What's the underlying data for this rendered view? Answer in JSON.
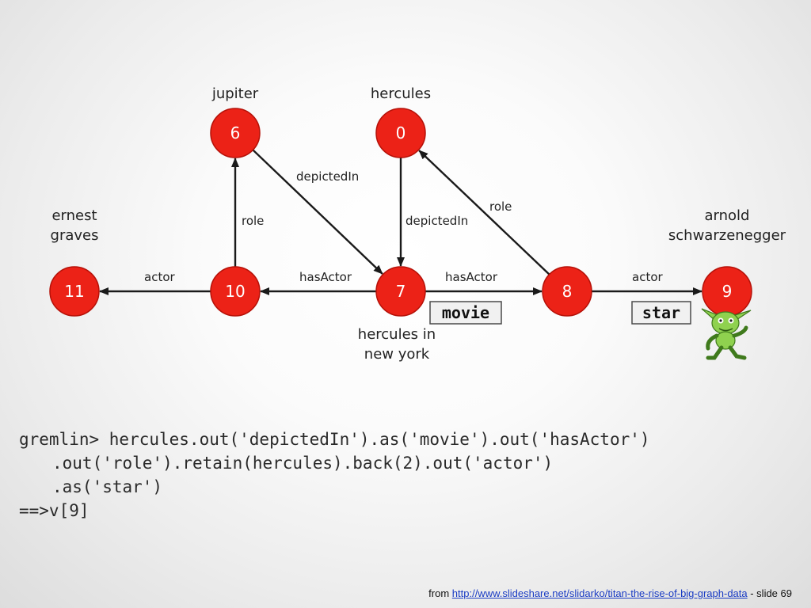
{
  "graph": {
    "nodes": [
      {
        "id": "6",
        "label": "jupiter"
      },
      {
        "id": "0",
        "label": "hercules"
      },
      {
        "id": "11",
        "label": "ernest\ngraves"
      },
      {
        "id": "10",
        "label": ""
      },
      {
        "id": "7",
        "label": "hercules in\nnew york"
      },
      {
        "id": "8",
        "label": ""
      },
      {
        "id": "9",
        "label": "arnold\nschwarzenegger"
      }
    ],
    "edges": [
      {
        "from": "10",
        "to": "11",
        "label": "actor"
      },
      {
        "from": "10",
        "to": "6",
        "label": "role"
      },
      {
        "from": "6",
        "to": "7",
        "label": "depictedIn"
      },
      {
        "from": "0",
        "to": "7",
        "label": "depictedIn"
      },
      {
        "from": "7",
        "to": "10",
        "label": "hasActor"
      },
      {
        "from": "7",
        "to": "8",
        "label": "hasActor"
      },
      {
        "from": "8",
        "to": "0",
        "label": "role"
      },
      {
        "from": "8",
        "to": "9",
        "label": "actor"
      }
    ],
    "tags": [
      {
        "label": "movie",
        "node": "7"
      },
      {
        "label": "star",
        "node": "9"
      }
    ],
    "colors": {
      "node": "#ec2217",
      "edge": "#1a1a1a",
      "mascot": "#8fd14f"
    },
    "icon": "gremlin-mascot-icon"
  },
  "code": {
    "line1": "gremlin> hercules.out('depictedIn').as('movie').out('hasActor')",
    "line2": ".out('role').retain(hercules).back(2).out('actor')",
    "line3": ".as('star')",
    "line4": "==>v[9]"
  },
  "footer": {
    "prefix": "from ",
    "link": "http://www.slideshare.net/slidarko/titan-the-rise-of-big-graph-data",
    "suffix": " - slide 69"
  }
}
